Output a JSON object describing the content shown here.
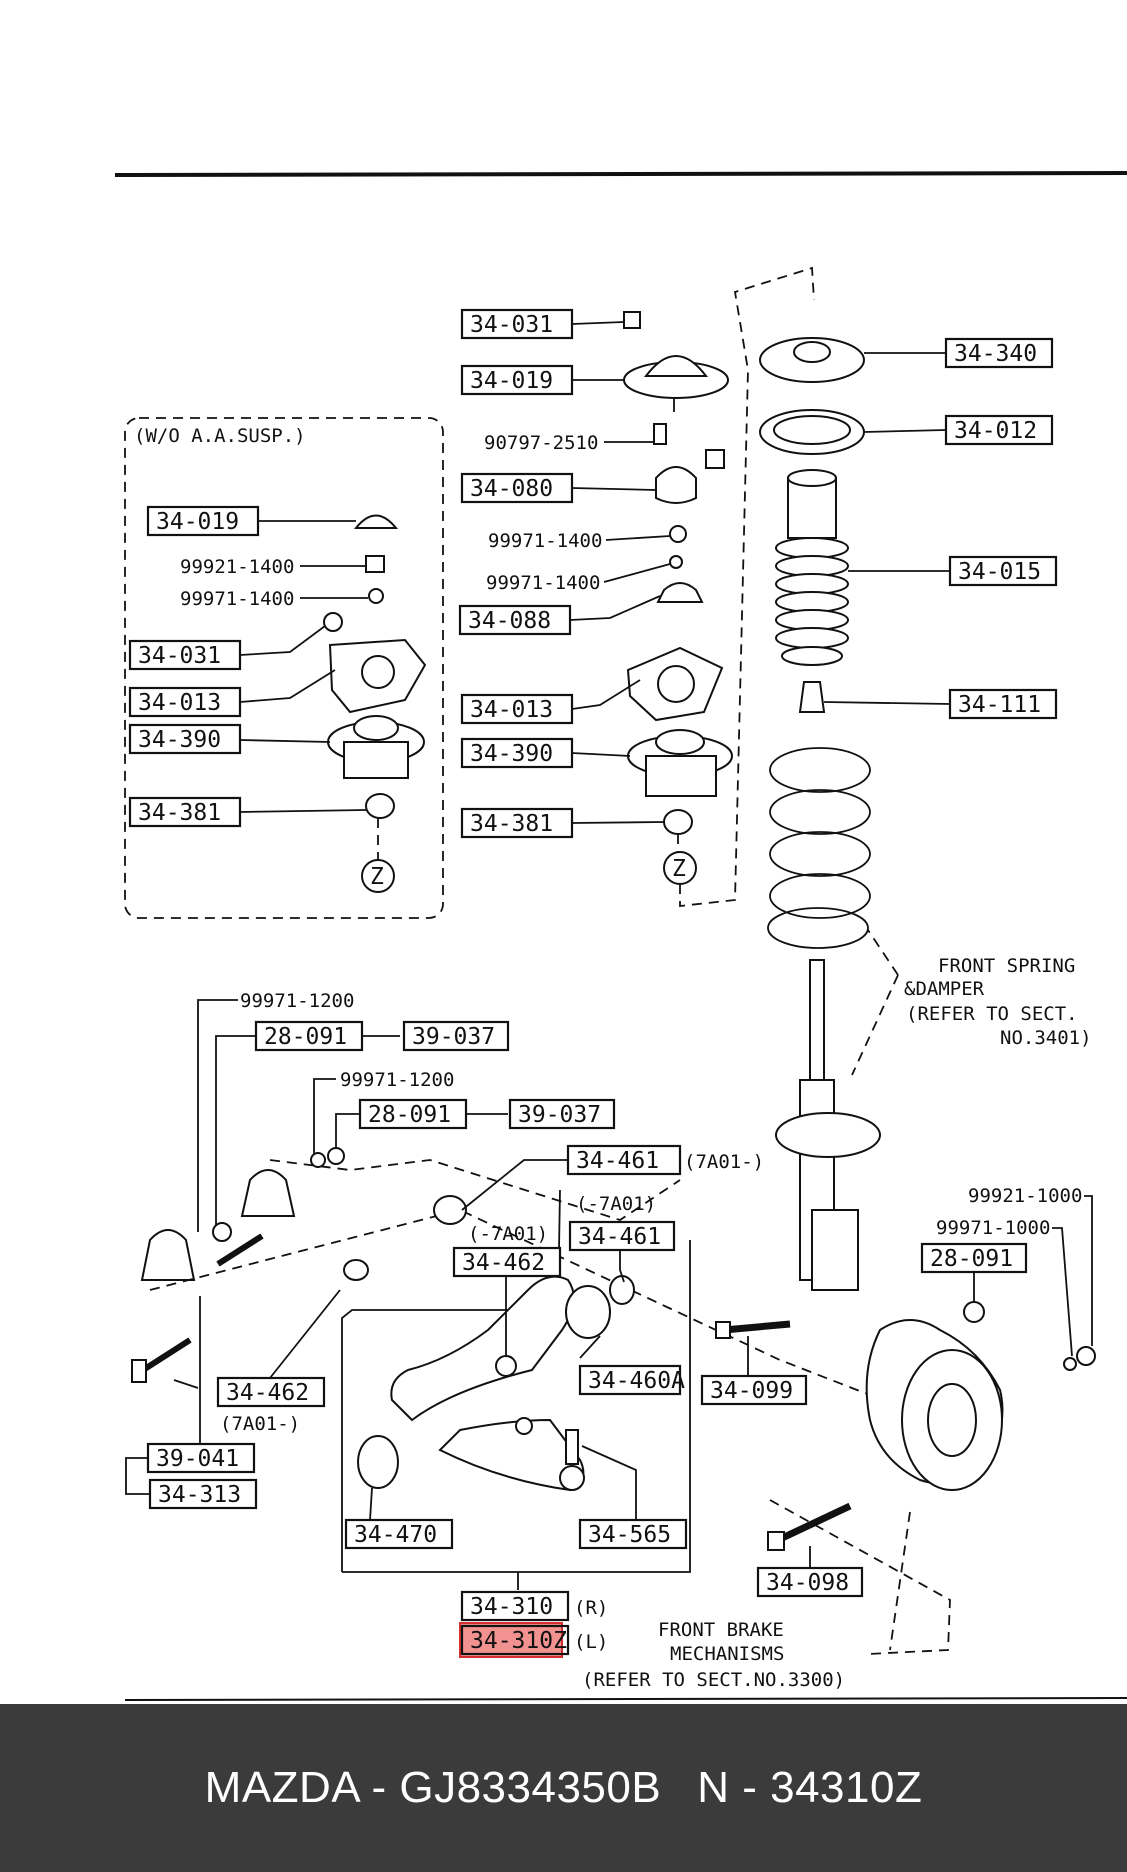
{
  "diagram": {
    "group_label": "(W/O A.A.SUSP.)",
    "parts": {
      "p1": "34-031",
      "p2": "34-019",
      "p3": "90797-2510",
      "p4": "34-080",
      "p5": "99971-1400",
      "p6": "99971-1400",
      "p7": "34-088",
      "p8": "34-013",
      "p9": "34-390",
      "p10": "34-381",
      "p11": "34-340",
      "p12": "34-012",
      "p13": "34-015",
      "p14": "34-111",
      "p15": "34-019",
      "p16": "99921-1400",
      "p17": "99971-1400",
      "p18": "34-031",
      "p19": "34-013",
      "p20": "34-390",
      "p21": "34-381",
      "p22": "99971-1200",
      "p23": "28-091",
      "p24": "39-037",
      "p25": "99971-1200",
      "p26": "28-091",
      "p27": "39-037",
      "p28": "34-461",
      "p29": "(7A01-)",
      "p30": "(-7A01)",
      "p31": "(-7A01)",
      "p32": "34-461",
      "p33": "34-462",
      "p34": "34-460A",
      "p35": "34-462",
      "p36": "(7A01-)",
      "p37": "39-041",
      "p38": "34-313",
      "p39": "34-470",
      "p40": "34-565",
      "p41": "34-099",
      "p42": "99921-1000",
      "p43": "99971-1000",
      "p44": "28-091",
      "p45": "34-098",
      "p46": "34-310",
      "p47": "(R)",
      "p48": "34-310Z",
      "p49": "(L)"
    },
    "circle_marker": "Z",
    "notes": {
      "spring_1": "FRONT SPRING",
      "spring_2": "&DAMPER",
      "spring_3": "(REFER TO SECT.",
      "spring_4": "NO.3401)",
      "brake_1": "FRONT BRAKE",
      "brake_2": "MECHANISMS",
      "brake_3": "(REFER TO SECT.NO.3300)"
    },
    "highlight_color": "#e53935"
  },
  "footer": {
    "oem": "MAZDA - GJ8334350B",
    "cross": "N - 34310Z"
  }
}
